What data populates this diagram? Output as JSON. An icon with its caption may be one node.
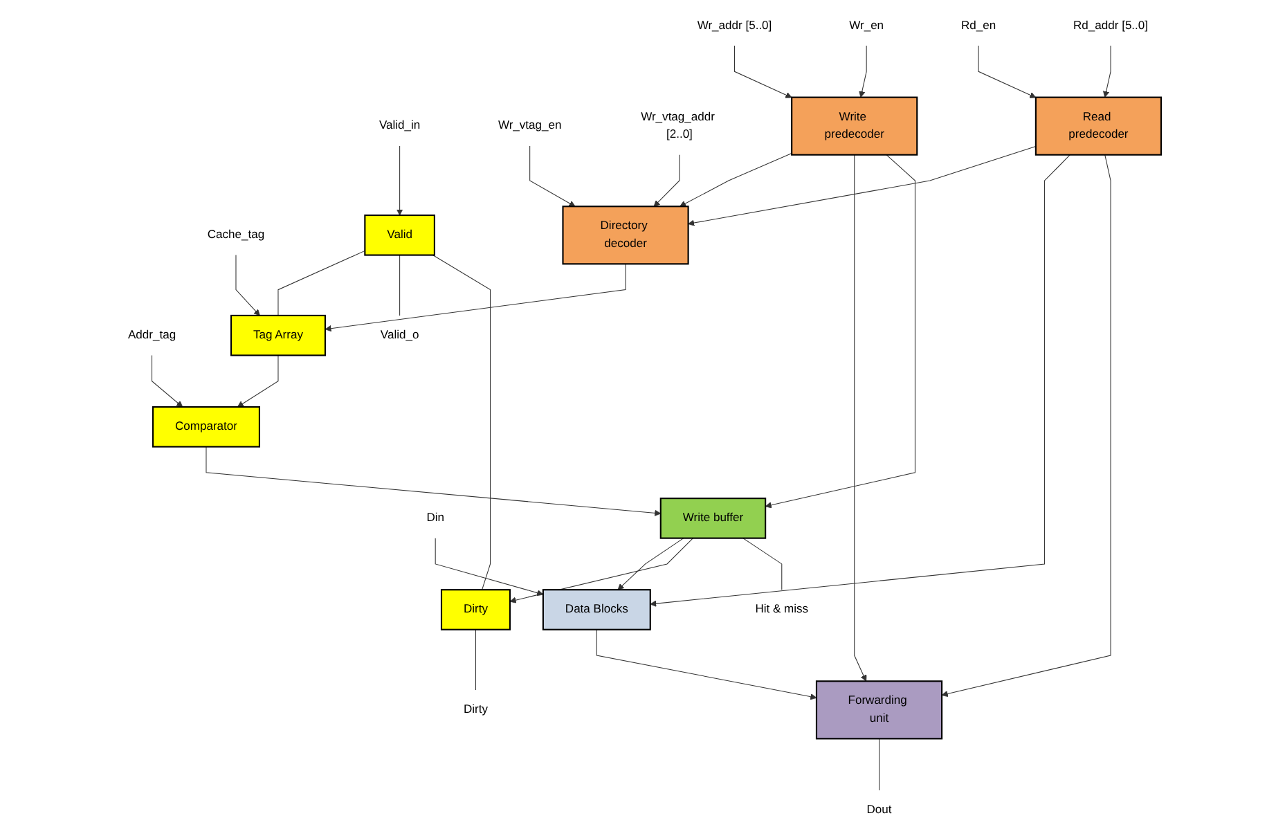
{
  "diagram": {
    "nodes": [
      {
        "text": [
          "Din"
        ]
      },
      {
        "text": [
          "Valid_in"
        ]
      },
      {
        "text": [
          "Wr_addr [5..0]"
        ]
      },
      {
        "text": [
          "Wr_en"
        ]
      },
      {
        "text": [
          "Wr_vtag_en"
        ]
      },
      {
        "text": [
          "Wr_vtag_addr [2..0]"
        ]
      },
      {
        "text": [
          "Rd_en"
        ]
      },
      {
        "text": [
          "Rd_addr [5..0]"
        ]
      },
      {
        "text": [
          "Cache_tag"
        ]
      },
      {
        "text": [
          "Addr_tag"
        ]
      },
      {
        "text": [
          "Write predecoder"
        ]
      },
      {
        "text": [
          "Directory decoder"
        ]
      },
      {
        "text": [
          "Read predecoder"
        ]
      },
      {
        "text": [
          "Dirty"
        ]
      },
      {
        "text": [
          "Valid"
        ]
      },
      {
        "text": [
          "Tag Array"
        ]
      },
      {
        "text": [
          "Comparator"
        ]
      },
      {
        "text": [
          "Write buffer"
        ]
      },
      {
        "text": [
          "Data Blocks"
        ]
      },
      {
        "text": [
          "Forwarding unit"
        ]
      },
      {
        "text": [
          "Dirty"
        ]
      },
      {
        "text": [
          "Valid_o"
        ]
      },
      {
        "text": [
          "Dout"
        ]
      },
      {
        "text": [
          "Hit & miss"
        ]
      }
    ],
    "edges": [
      {
        "from": 0,
        "to": 18,
        "arrow": "to"
      },
      {
        "from": 1,
        "to": 14,
        "arrow": "to"
      },
      {
        "from": 2,
        "to": 10,
        "arrow": "to"
      },
      {
        "from": 3,
        "to": 10,
        "arrow": "to"
      },
      {
        "from": 4,
        "to": 11,
        "arrow": "to"
      },
      {
        "from": 5,
        "to": 11,
        "arrow": "to"
      },
      {
        "from": 6,
        "to": 12,
        "arrow": "to"
      },
      {
        "from": 7,
        "to": 12,
        "arrow": "to"
      },
      {
        "from": 8,
        "to": 15,
        "arrow": "to"
      },
      {
        "from": 9,
        "to": 16,
        "arrow": "to"
      },
      {
        "from": 10,
        "to": 11,
        "arrow": "to"
      },
      {
        "from": 12,
        "to": 11,
        "arrow": "to"
      },
      {
        "from": 11,
        "to": 15,
        "arrow": "to"
      },
      {
        "from": 10,
        "to": 19,
        "arrow": "to"
      },
      {
        "from": 10,
        "to": 17,
        "arrow": "to"
      },
      {
        "from": 12,
        "to": 18,
        "arrow": "to"
      },
      {
        "from": 12,
        "to": 19,
        "arrow": "to"
      },
      {
        "from": 15,
        "to": 16,
        "arrow": "to"
      },
      {
        "from": 16,
        "to": 17,
        "arrow": "to"
      },
      {
        "from": 17,
        "to": 18,
        "arrow": "to"
      },
      {
        "from": 17,
        "to": 13,
        "arrow": "to"
      },
      {
        "from": 13,
        "to": 14,
        "arrow": "none"
      },
      {
        "from": 14,
        "to": 15,
        "arrow": "none"
      },
      {
        "from": 18,
        "to": 19,
        "arrow": "to"
      },
      {
        "from": 13,
        "to": 20,
        "arrow": "none"
      },
      {
        "from": 14,
        "to": 21,
        "arrow": "none"
      },
      {
        "from": 19,
        "to": 22,
        "arrow": "none"
      },
      {
        "from": 17,
        "to": 23,
        "arrow": "none"
      }
    ]
  }
}
